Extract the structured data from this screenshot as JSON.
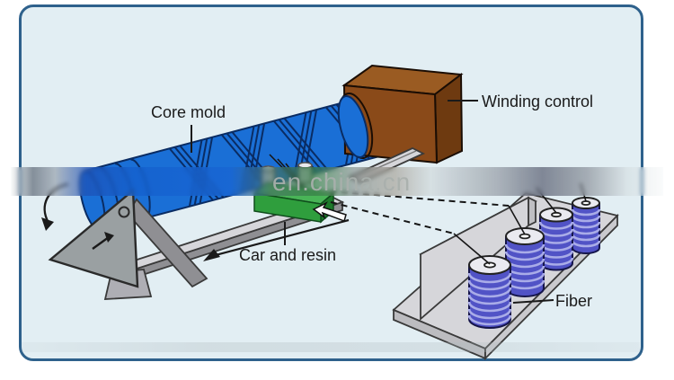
{
  "watermark": {
    "text": "en.china.cn"
  },
  "labels": {
    "core_mold": "Core mold",
    "winding_control": "Winding control",
    "car_and_resin": "Car and resin",
    "fiber": "Fiber"
  },
  "diagram": {
    "spool_count": 4
  },
  "colors": {
    "panel_bg": "#e2eef3",
    "panel_border": "#2e618c",
    "cylinder_blue": "#1a6fd6",
    "winding_line_navy": "#0a2c63",
    "outline_dark": "#1a1a1a",
    "box_brown_front": "#8a4a19",
    "box_brown_top": "#9a5b22",
    "box_brown_side": "#6e3a10",
    "car_green_front": "#2f9e3d",
    "car_green_top": "#49b457",
    "car_green_side": "#1d7a2a",
    "metal_light": "#d6d6da",
    "metal_mid": "#aeaeb4",
    "metal_dark": "#8f8f93",
    "spool_body": "#5153c6",
    "spool_stripe": "#a9ace8",
    "spool_top": "#eaeaf0",
    "label_text": "#1a1a1a",
    "watermark_gray": "#a9b0ad"
  }
}
